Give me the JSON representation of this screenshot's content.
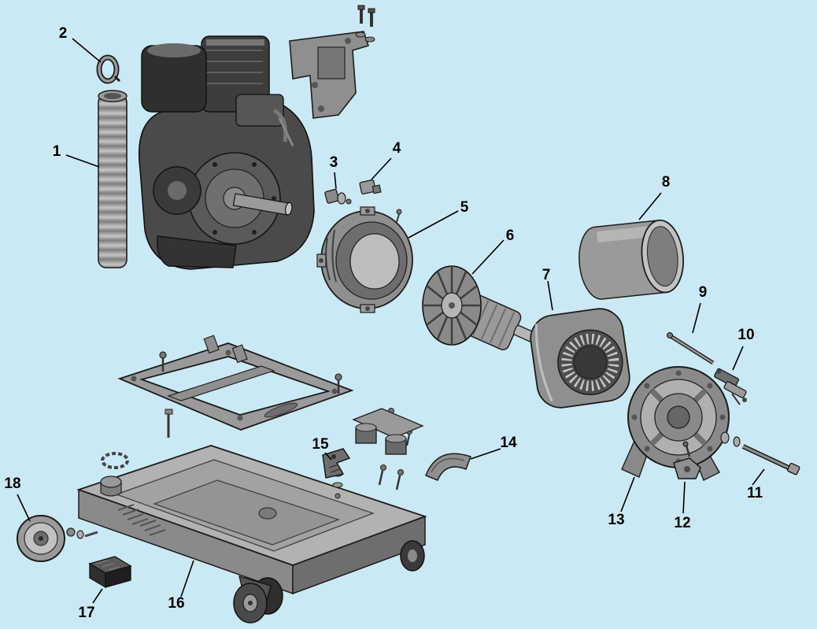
{
  "diagram": {
    "type": "exploded-parts-diagram",
    "colors": {
      "background": "#cbe9f4",
      "outline": "#1c1c1c",
      "metal_light": "#c2c2c2",
      "metal_mid": "#8f8f8f",
      "metal_dark": "#4a4a4a",
      "label": "#000000"
    },
    "callouts": [
      {
        "number": "1"
      },
      {
        "number": "2"
      },
      {
        "number": "3"
      },
      {
        "number": "4"
      },
      {
        "number": "5"
      },
      {
        "number": "6"
      },
      {
        "number": "7"
      },
      {
        "number": "8"
      },
      {
        "number": "9"
      },
      {
        "number": "10"
      },
      {
        "number": "11"
      },
      {
        "number": "12"
      },
      {
        "number": "13"
      },
      {
        "number": "14"
      },
      {
        "number": "15"
      },
      {
        "number": "16"
      },
      {
        "number": "17"
      },
      {
        "number": "18"
      }
    ]
  }
}
